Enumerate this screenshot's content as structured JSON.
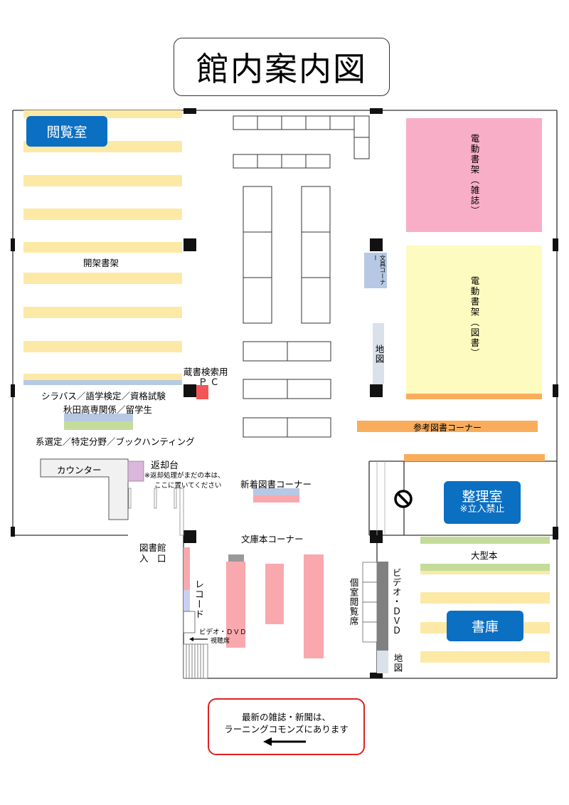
{
  "title": "館内案内図",
  "rooms": {
    "reading_room": "閲覧室",
    "sorting_room": "整理室",
    "sorting_room_note": "※立入禁止",
    "stacks": "書庫"
  },
  "labels": {
    "open_shelves": "開架書架",
    "search_pc_line1": "蔵書検索用",
    "search_pc_line2": "ＰＣ",
    "syllabus": "シラバス／語学検定／資格試験",
    "akita": "秋田高専関係／留学生",
    "selection": "系選定／特定分野／ブックハンティング",
    "counter": "カウンター",
    "return_desk": "返却台",
    "return_note_line1": "※返却処理がまだの本は、",
    "return_note_line2": "ここに置いてください",
    "new_books": "新着図書コーナー",
    "bunko": "文庫本コーナー",
    "entrance_line1": "図書館",
    "entrance_line2": "入　口",
    "record": "レコード",
    "video_seat_line1": "ビデオ・ＤＶＤ",
    "video_seat_line2": "視聴席",
    "private_reading": "個室閲覧席",
    "video_dvd": "ビデオ・ＤＶＤ",
    "map_lower": "地図",
    "map_middle": "地図",
    "stationery": "文具コーナー",
    "motor_shelf_magazine": "電動書架（雑誌）",
    "motor_shelf_books": "電動書架（図書）",
    "reference": "参考図書コーナー",
    "large_books": "大型本"
  },
  "notice": {
    "line1": "最新の雑誌・新聞は、",
    "line2": "ラーニングコモンズにあります"
  },
  "icons": {
    "no_entry": "no-entry-icon",
    "arrow": "left-arrow-icon"
  },
  "colors": {
    "shelf_yellow": "#fce9a6",
    "room_blue": "#0b6fc2",
    "magazine_pink": "#f9aec8",
    "books_yellow": "#fdfbc0",
    "reference_orange": "#f9ad5c",
    "bunko_pink": "#f9a8ae",
    "light_blue": "#b7c8e4",
    "light_green": "#c4dc9a",
    "return_purple": "#dcb6dc",
    "pc_red": "#f25555",
    "video_gray": "#808080",
    "notice_red": "#e02020"
  }
}
